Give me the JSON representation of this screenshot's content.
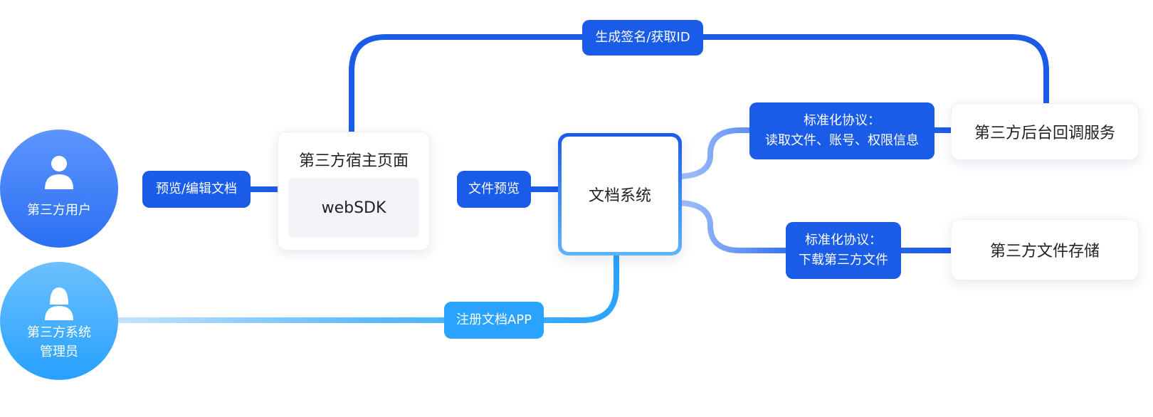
{
  "actors": {
    "user": {
      "label": "第三方用户",
      "icon": "user-icon"
    },
    "admin": {
      "label_line1": "第三方系统",
      "label_line2": "管理员",
      "icon": "user-icon"
    }
  },
  "nodes": {
    "host_page": {
      "title": "第三方宿主页面",
      "sdk": "webSDK"
    },
    "doc_system": "文档系统",
    "callback_service": "第三方后台回调服务",
    "file_storage": "第三方文件存储"
  },
  "edges": {
    "preview_edit": "预览/编辑文档",
    "file_preview": "文件预览",
    "sign_id": "生成签名/获取ID",
    "protocol_read_line1": "标准化协议：",
    "protocol_read_line2": "读取文件、账号、权限信息",
    "protocol_download_line1": "标准化协议：",
    "protocol_download_line2": "下载第三方文件",
    "register_app": "注册文档APP"
  },
  "colors": {
    "primary": "#1a5ce8",
    "sky": "#2aa3ff",
    "user_circle_top": "#5e95ff",
    "admin_circle_top": "#6cc0ff"
  }
}
